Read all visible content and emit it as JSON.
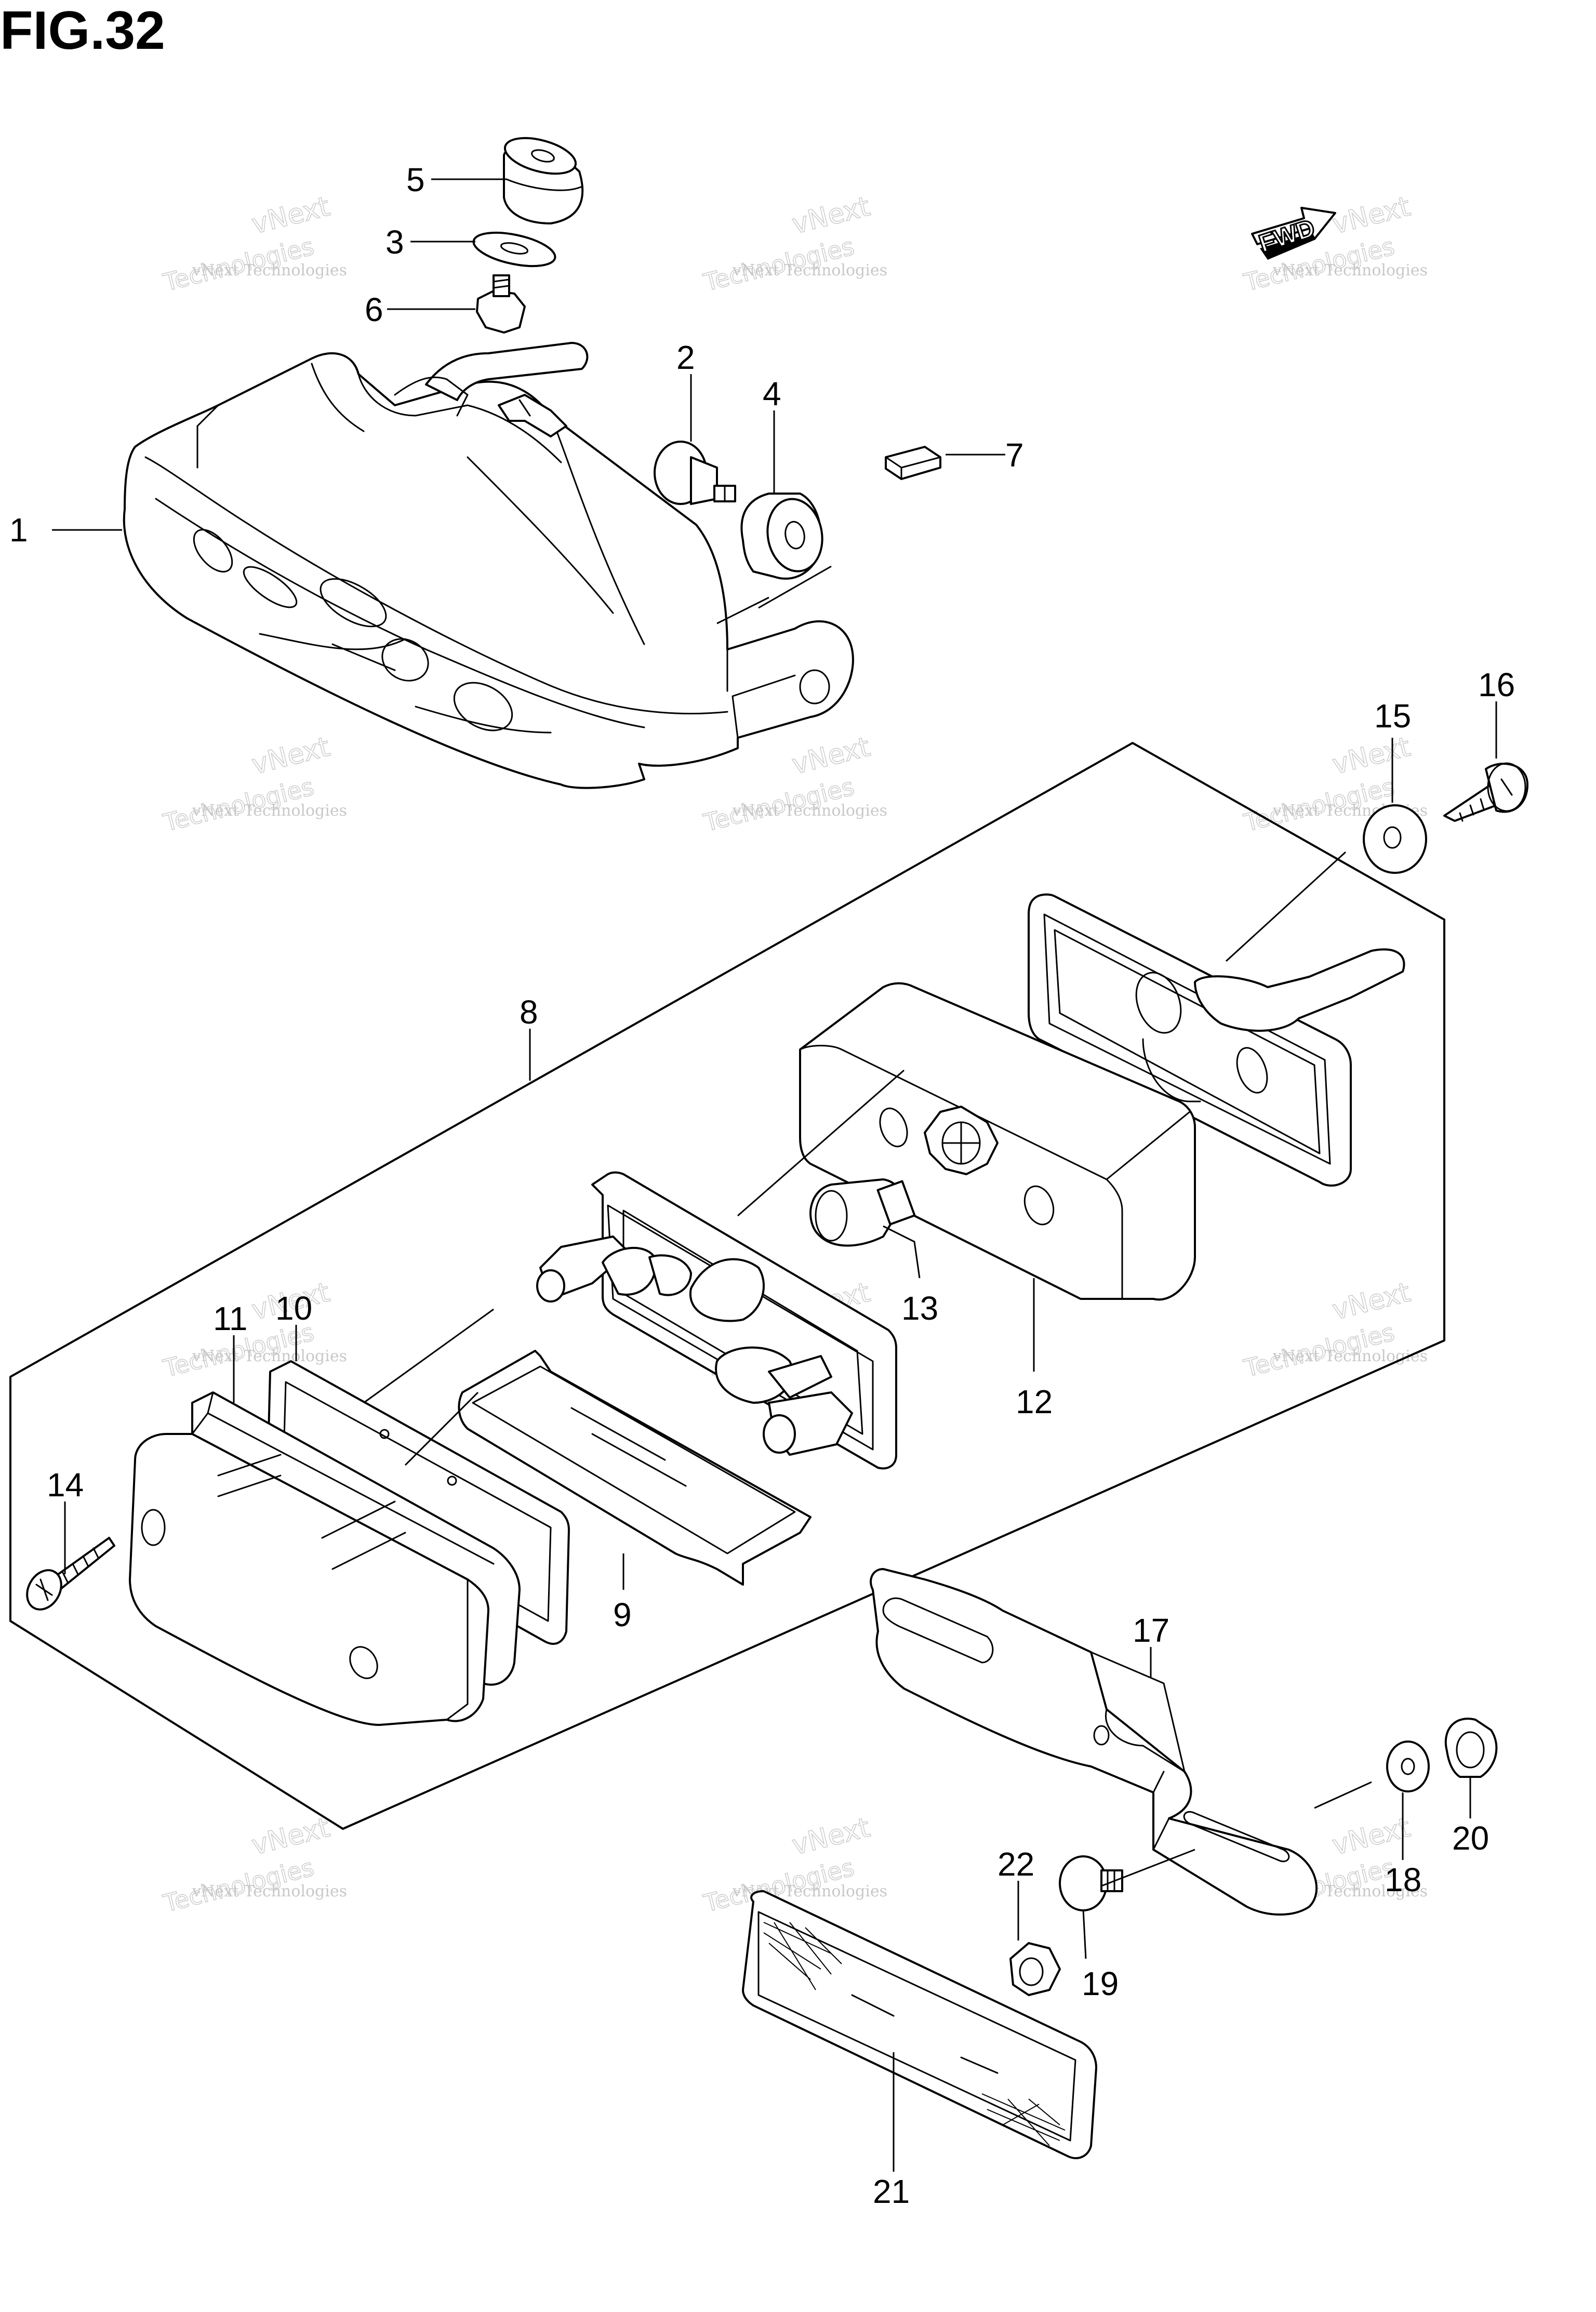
{
  "figure": {
    "title": "FIG.32"
  },
  "watermark": {
    "line1": "vNext Technologies",
    "line2": "vNext",
    "line3": "Technologies"
  },
  "fwd_label": "FWD",
  "callouts": [
    "1",
    "2",
    "3",
    "4",
    "5",
    "6",
    "7",
    "8",
    "9",
    "10",
    "11",
    "12",
    "13",
    "14",
    "15",
    "16",
    "17",
    "18",
    "19",
    "20",
    "21",
    "22"
  ]
}
